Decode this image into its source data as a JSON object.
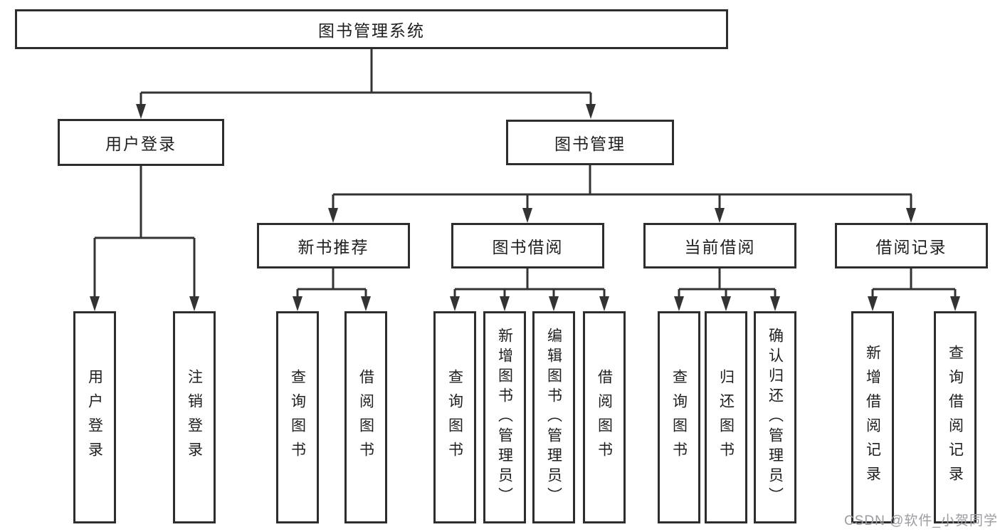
{
  "colors": {
    "line": "#333333",
    "border": "#2d2d2d",
    "text": "#1f1f1f",
    "watermark": "#9b9ba1",
    "node_fill": "#ffffff",
    "background": "#ffffff"
  },
  "diagram": {
    "root": {
      "label": "图书管理系统"
    },
    "branches": [
      {
        "label": "用户登录",
        "children": [
          {
            "label": "用户登录"
          },
          {
            "label": "注销登录"
          }
        ]
      },
      {
        "label": "图书管理",
        "children": [
          {
            "label": "新书推荐",
            "children": [
              {
                "label": "查询图书"
              },
              {
                "label": "借阅图书"
              }
            ]
          },
          {
            "label": "图书借阅",
            "children": [
              {
                "label": "查询图书"
              },
              {
                "label": "新增图书（管理员）"
              },
              {
                "label": "编辑图书（管理员）"
              },
              {
                "label": "借阅图书"
              }
            ]
          },
          {
            "label": "当前借阅",
            "children": [
              {
                "label": "查询图书"
              },
              {
                "label": "归还图书"
              },
              {
                "label": "确认归还（管理员）"
              }
            ]
          },
          {
            "label": "借阅记录",
            "children": [
              {
                "label": "新增借阅记录"
              },
              {
                "label": "查询借阅记录"
              }
            ]
          }
        ]
      }
    ]
  },
  "watermark": {
    "text": "CSDN @软件_小贺同学"
  }
}
